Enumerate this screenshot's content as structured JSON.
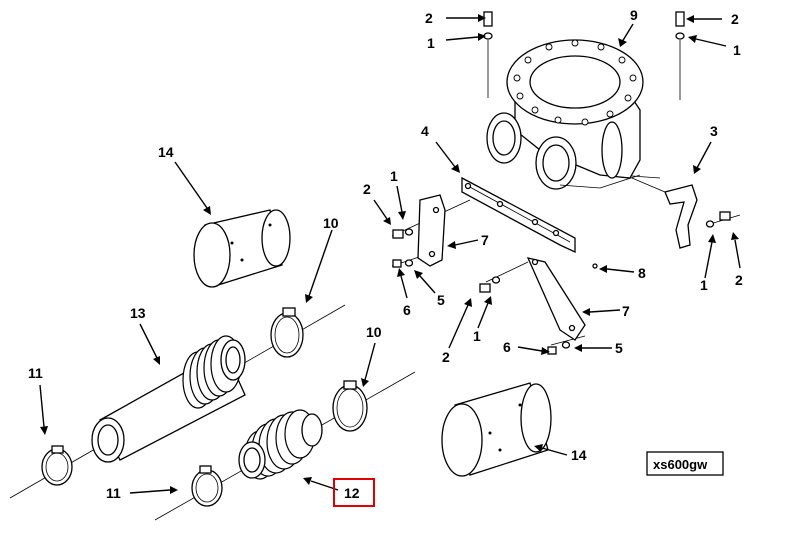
{
  "diagram": {
    "drawing_id": "xs600gw",
    "highlight_color": "#e00000",
    "callouts": [
      {
        "id": "c2a",
        "label": "2"
      },
      {
        "id": "c1a",
        "label": "1"
      },
      {
        "id": "c9",
        "label": "9"
      },
      {
        "id": "c2b",
        "label": "2"
      },
      {
        "id": "c1b",
        "label": "1"
      },
      {
        "id": "c4",
        "label": "4"
      },
      {
        "id": "c3",
        "label": "3"
      },
      {
        "id": "c14a",
        "label": "14"
      },
      {
        "id": "c2c",
        "label": "2"
      },
      {
        "id": "c1c",
        "label": "1"
      },
      {
        "id": "c7a",
        "label": "7"
      },
      {
        "id": "c10a",
        "label": "10"
      },
      {
        "id": "c6a",
        "label": "6"
      },
      {
        "id": "c5a",
        "label": "5"
      },
      {
        "id": "c8",
        "label": "8"
      },
      {
        "id": "c13",
        "label": "13"
      },
      {
        "id": "c2d",
        "label": "2"
      },
      {
        "id": "c1d",
        "label": "1"
      },
      {
        "id": "c7b",
        "label": "7"
      },
      {
        "id": "c1e",
        "label": "1"
      },
      {
        "id": "c2e",
        "label": "2"
      },
      {
        "id": "c6b",
        "label": "6"
      },
      {
        "id": "c5b",
        "label": "5"
      },
      {
        "id": "c10b",
        "label": "10"
      },
      {
        "id": "c11a",
        "label": "11"
      },
      {
        "id": "c14b",
        "label": "14"
      },
      {
        "id": "c11b",
        "label": "11"
      },
      {
        "id": "c12",
        "label": "12"
      }
    ]
  }
}
